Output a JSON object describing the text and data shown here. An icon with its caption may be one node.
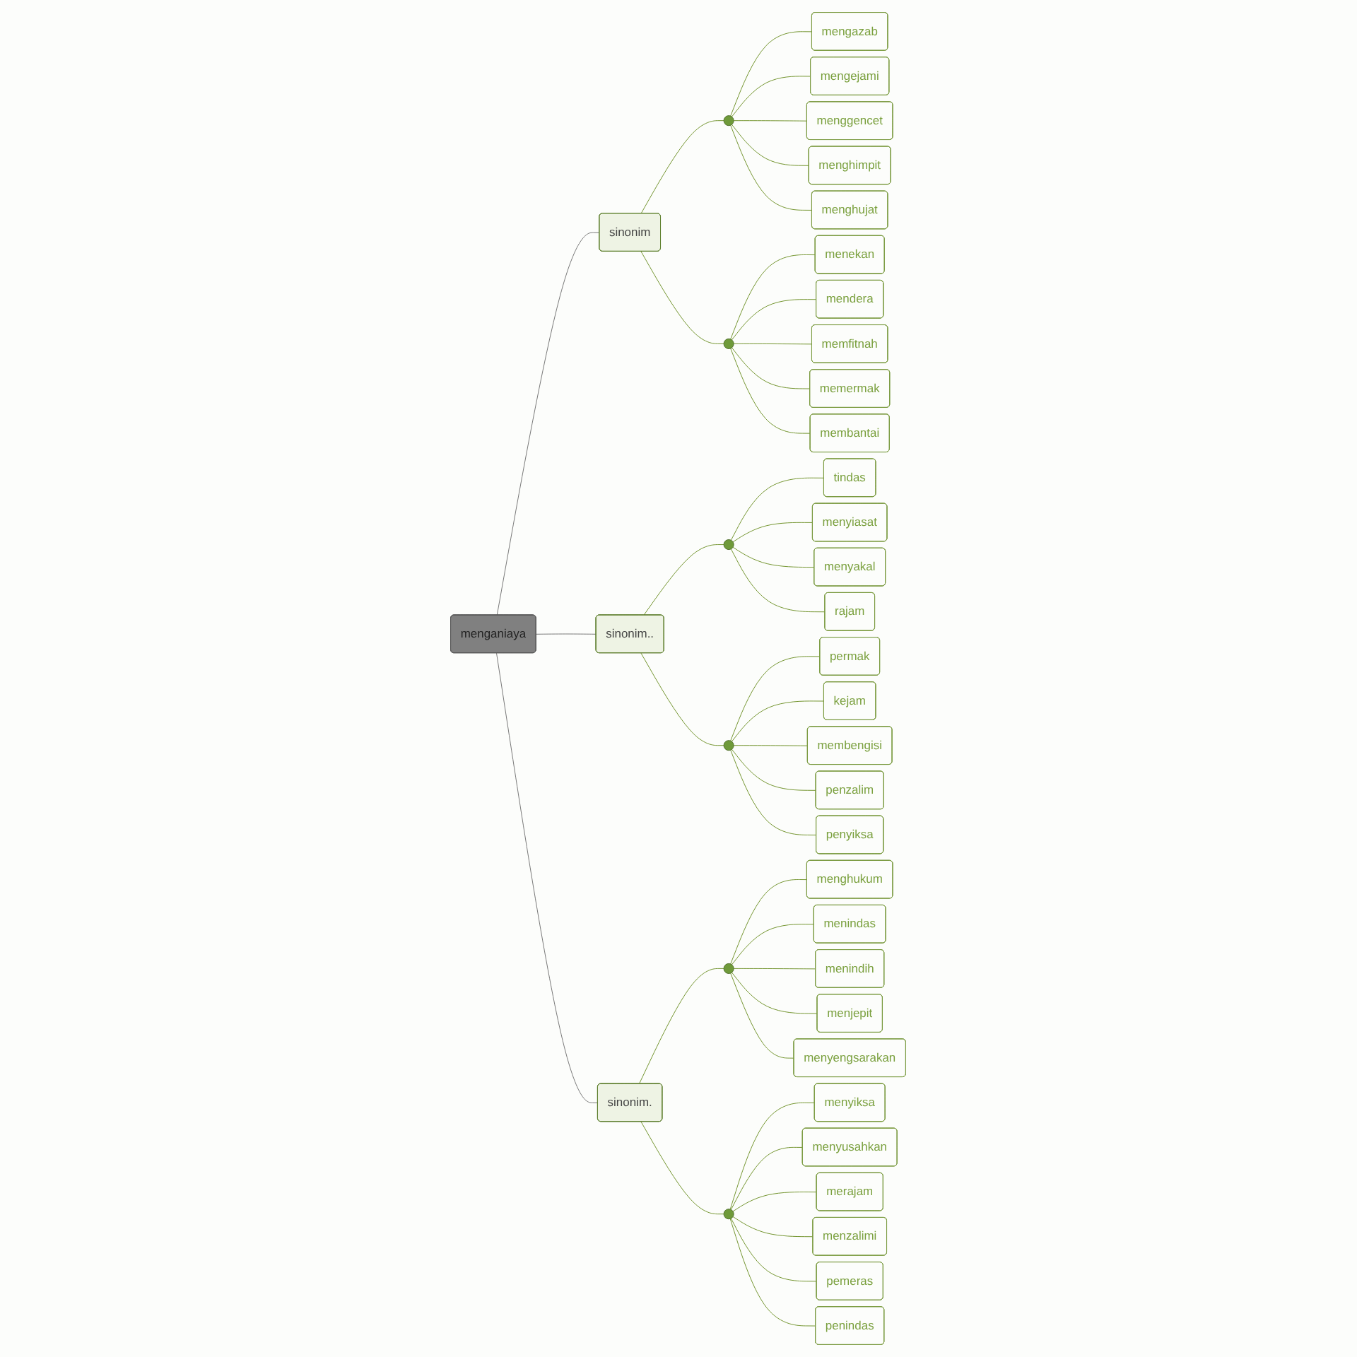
{
  "diagram": {
    "nodes": [
      {
        "text": [
          "menganiaya"
        ]
      },
      {
        "text": [
          "sinonim"
        ]
      },
      {
        "text": [],
        "shape": "circle"
      },
      {
        "text": [
          "mengazab"
        ]
      },
      {
        "text": [
          "mengejami"
        ]
      },
      {
        "text": [
          "menggencet"
        ]
      },
      {
        "text": [
          "menghimpit"
        ]
      },
      {
        "text": [
          "menghujat"
        ]
      },
      {
        "text": [],
        "shape": "circle"
      },
      {
        "text": [
          "menekan"
        ]
      },
      {
        "text": [
          "mendera"
        ]
      },
      {
        "text": [
          "memfitnah"
        ]
      },
      {
        "text": [
          "memermak"
        ]
      },
      {
        "text": [
          "membantai"
        ]
      },
      {
        "text": [
          "sinonim.."
        ]
      },
      {
        "text": [],
        "shape": "circle"
      },
      {
        "text": [
          "tindas"
        ]
      },
      {
        "text": [
          "menyiasat"
        ]
      },
      {
        "text": [
          "menyakal"
        ]
      },
      {
        "text": [
          "rajam"
        ]
      },
      {
        "text": [],
        "shape": "circle"
      },
      {
        "text": [
          "permak"
        ]
      },
      {
        "text": [
          "kejam"
        ]
      },
      {
        "text": [
          "membengisi"
        ]
      },
      {
        "text": [
          "penzalim"
        ]
      },
      {
        "text": [
          "penyiksa"
        ]
      },
      {
        "text": [
          "sinonim."
        ]
      },
      {
        "text": [],
        "shape": "circle"
      },
      {
        "text": [
          "menghukum"
        ]
      },
      {
        "text": [
          "menindas"
        ]
      },
      {
        "text": [
          "menindih"
        ]
      },
      {
        "text": [
          "menjepit"
        ]
      },
      {
        "text": [
          "menyengsarakan"
        ]
      },
      {
        "text": [],
        "shape": "circle"
      },
      {
        "text": [
          "menyiksa"
        ]
      },
      {
        "text": [
          "menyusahkan"
        ]
      },
      {
        "text": [
          "merajam"
        ]
      },
      {
        "text": [
          "menzalimi"
        ]
      },
      {
        "text": [
          "pemeras"
        ]
      },
      {
        "text": [
          "penindas"
        ]
      }
    ],
    "edges": [
      {
        "from": 0,
        "to": 1,
        "arrow": "none",
        "color": "#707070"
      },
      {
        "from": 1,
        "to": 2,
        "arrow": "none"
      },
      {
        "from": 2,
        "to": 3,
        "arrow": "none"
      },
      {
        "from": 2,
        "to": 4,
        "arrow": "none"
      },
      {
        "from": 2,
        "to": 5,
        "arrow": "none"
      },
      {
        "from": 2,
        "to": 6,
        "arrow": "none"
      },
      {
        "from": 2,
        "to": 7,
        "arrow": "none"
      },
      {
        "from": 1,
        "to": 8,
        "arrow": "none"
      },
      {
        "from": 8,
        "to": 9,
        "arrow": "none"
      },
      {
        "from": 8,
        "to": 10,
        "arrow": "none"
      },
      {
        "from": 8,
        "to": 11,
        "arrow": "none"
      },
      {
        "from": 8,
        "to": 12,
        "arrow": "none"
      },
      {
        "from": 8,
        "to": 13,
        "arrow": "none"
      },
      {
        "from": 0,
        "to": 14,
        "arrow": "none",
        "color": "#707070"
      },
      {
        "from": 14,
        "to": 15,
        "arrow": "none"
      },
      {
        "from": 15,
        "to": 16,
        "arrow": "none"
      },
      {
        "from": 15,
        "to": 17,
        "arrow": "none"
      },
      {
        "from": 15,
        "to": 18,
        "arrow": "none"
      },
      {
        "from": 15,
        "to": 19,
        "arrow": "none"
      },
      {
        "from": 14,
        "to": 20,
        "arrow": "none"
      },
      {
        "from": 20,
        "to": 21,
        "arrow": "none"
      },
      {
        "from": 20,
        "to": 22,
        "arrow": "none"
      },
      {
        "from": 20,
        "to": 23,
        "arrow": "none"
      },
      {
        "from": 20,
        "to": 24,
        "arrow": "none"
      },
      {
        "from": 20,
        "to": 25,
        "arrow": "none"
      },
      {
        "from": 0,
        "to": 26,
        "arrow": "none",
        "color": "#707070"
      },
      {
        "from": 26,
        "to": 27,
        "arrow": "none"
      },
      {
        "from": 27,
        "to": 28,
        "arrow": "none"
      },
      {
        "from": 27,
        "to": 29,
        "arrow": "none"
      },
      {
        "from": 27,
        "to": 30,
        "arrow": "none"
      },
      {
        "from": 27,
        "to": 31,
        "arrow": "none"
      },
      {
        "from": 27,
        "to": 32,
        "arrow": "none"
      },
      {
        "from": 26,
        "to": 33,
        "arrow": "none"
      },
      {
        "from": 33,
        "to": 34,
        "arrow": "none"
      },
      {
        "from": 33,
        "to": 35,
        "arrow": "none"
      },
      {
        "from": 33,
        "to": 36,
        "arrow": "none"
      },
      {
        "from": 33,
        "to": 37,
        "arrow": "none"
      },
      {
        "from": 33,
        "to": 38,
        "arrow": "none"
      },
      {
        "from": 33,
        "to": 39,
        "arrow": "none"
      }
    ]
  }
}
